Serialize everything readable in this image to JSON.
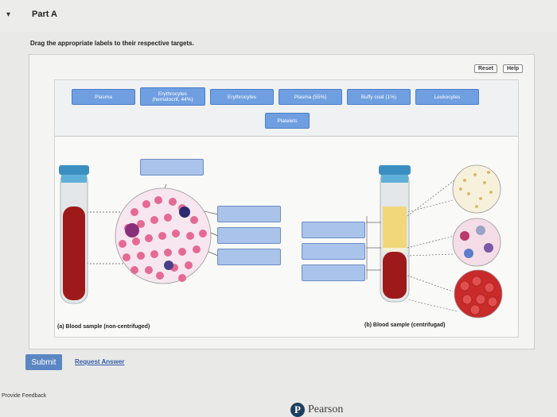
{
  "part": {
    "caret": "▾",
    "title": "Part A"
  },
  "instructions": "Drag the appropriate labels to their respective targets.",
  "controls": {
    "reset": "Reset",
    "help": "Help"
  },
  "labels": [
    {
      "text": "Plasma"
    },
    {
      "text": "Erythrocytes\n(hematocrit, 44%)"
    },
    {
      "text": "Erythrocytes"
    },
    {
      "text": "Plasma (55%)"
    },
    {
      "text": "Buffy coat (1%)"
    },
    {
      "text": "Leukocytes"
    },
    {
      "text": "Platelets"
    }
  ],
  "captions": {
    "left": "(a) Blood sample (non-centrifuged)",
    "right": "(b) Blood sample (centrifugad)"
  },
  "actions": {
    "submit": "Submit",
    "request_answer": "Request Answer",
    "feedback": "Provide Feedback"
  },
  "brand": {
    "mark": "P",
    "name": "Pearson"
  },
  "colors": {
    "chip": "#6f9fe0",
    "target": "#a9c3ea",
    "blood": "#9e1a1a",
    "plasma": "#f1d77a",
    "tube_cap": "#3b8fc0",
    "submit": "#5b86c4"
  }
}
